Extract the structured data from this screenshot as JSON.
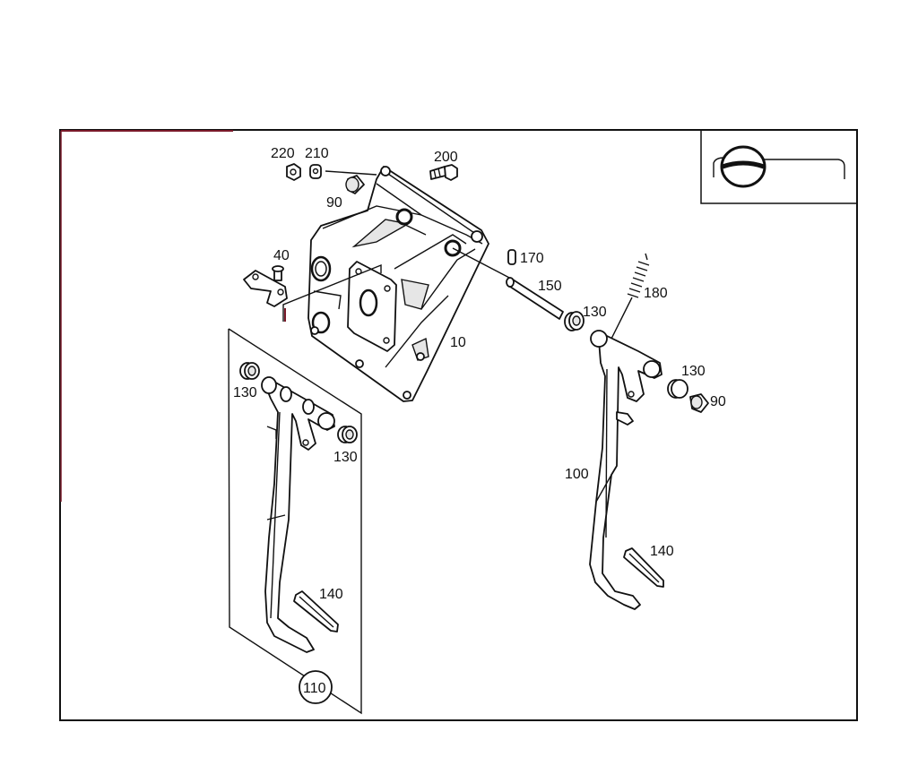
{
  "labels": {
    "p10": "10",
    "p40": "40",
    "p90a": "90",
    "p90b": "90",
    "p100": "100",
    "p110": "110",
    "p130a": "130",
    "p130b": "130",
    "p130c": "130",
    "p130d": "130",
    "p140a": "140",
    "p140b": "140",
    "p150": "150",
    "p170": "170",
    "p180": "180",
    "p200": "200",
    "p210": "210",
    "p220": "220"
  }
}
